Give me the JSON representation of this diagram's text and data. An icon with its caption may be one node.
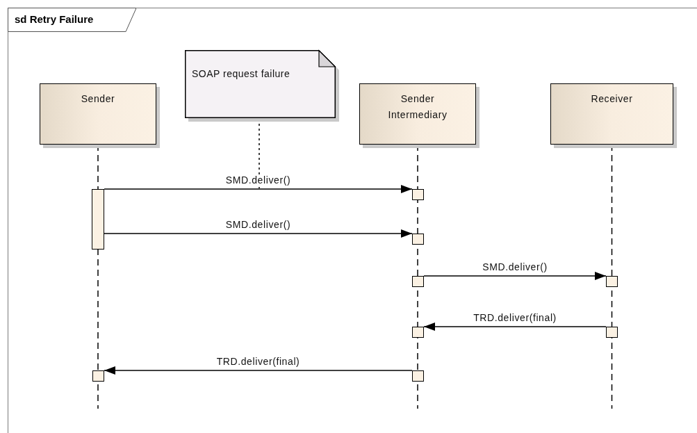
{
  "diagram": {
    "title": "sd Retry Failure",
    "nodes": [
      {
        "text": [
          "Sender"
        ]
      },
      {
        "text": [
          "SOAP request failure"
        ]
      },
      {
        "text": [
          "Sender Intermediary"
        ]
      },
      {
        "text": [
          "Receiver"
        ]
      },
      {
        "text": [],
        "shape": "bar"
      },
      {
        "text": [],
        "shape": "bar"
      },
      {
        "text": [],
        "shape": "bar"
      },
      {
        "text": [],
        "shape": "bar"
      },
      {
        "text": [],
        "shape": "bar"
      },
      {
        "text": [],
        "shape": "bar"
      },
      {
        "text": [],
        "shape": "bar"
      },
      {
        "text": [],
        "shape": "bar"
      },
      {
        "text": [],
        "shape": "bar"
      }
    ],
    "edges": [
      {
        "from": 4,
        "to": 5,
        "arrow": "to",
        "label": "SMD.deliver()"
      },
      {
        "from": 4,
        "to": 6,
        "arrow": "to",
        "label": "SMD.deliver()"
      },
      {
        "from": 7,
        "to": 8,
        "arrow": "to",
        "label": "SMD.deliver()"
      },
      {
        "from": 10,
        "to": 9,
        "arrow": "to",
        "label": "TRD.deliver(final)"
      },
      {
        "from": 12,
        "to": 11,
        "arrow": "to",
        "label": "TRD.deliver(final)"
      },
      {
        "from": 1,
        "to": null,
        "arrow": "none",
        "style": "dashed"
      }
    ]
  }
}
